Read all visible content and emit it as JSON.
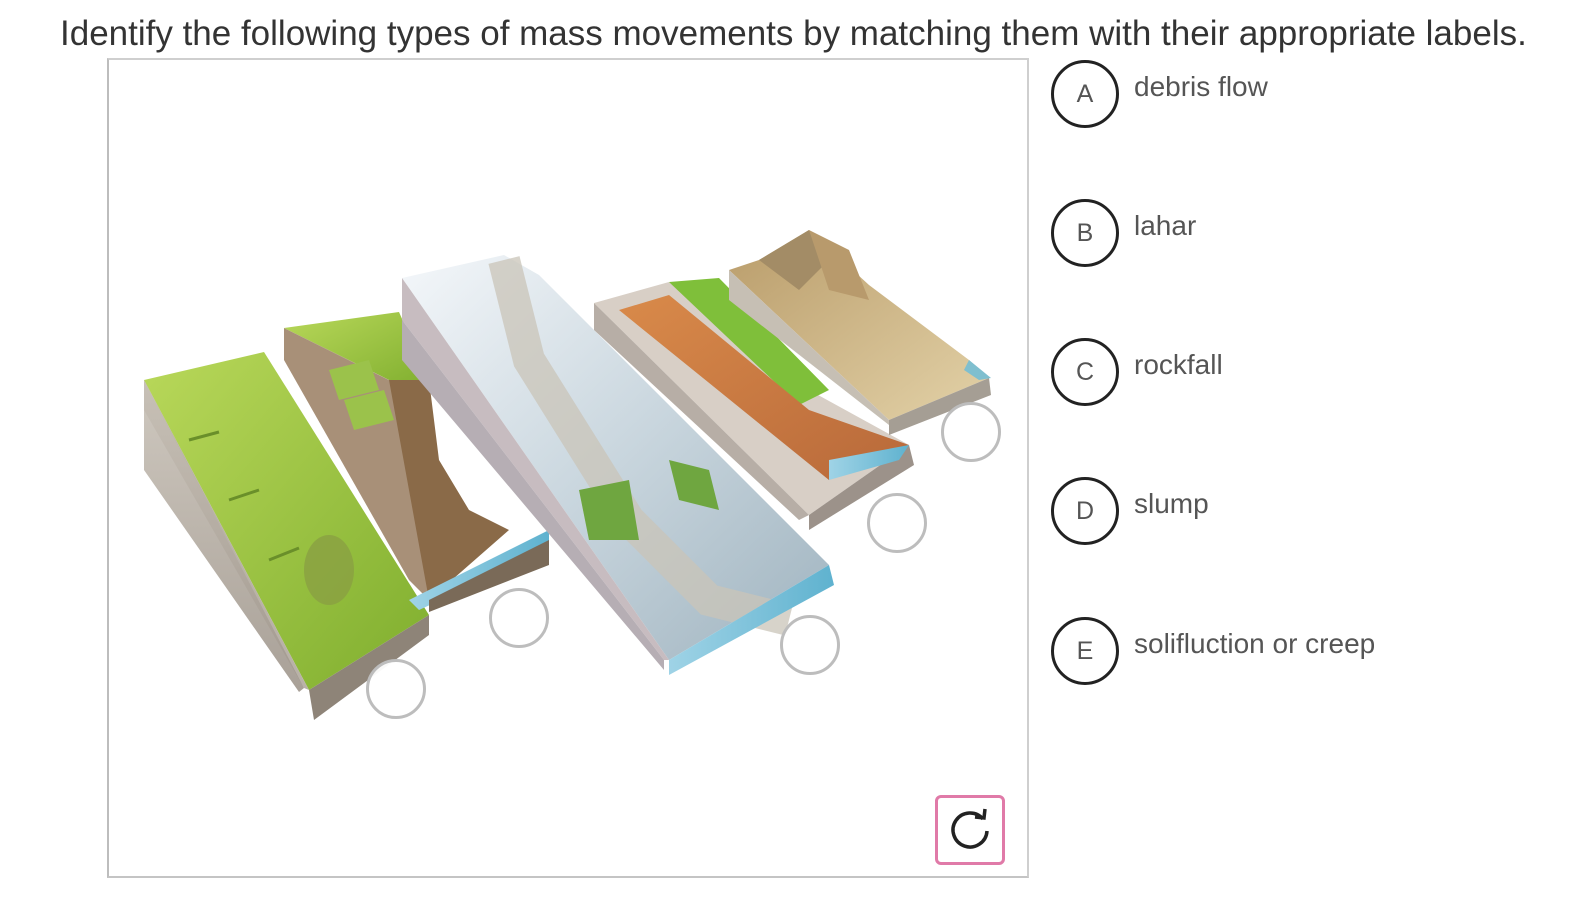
{
  "question": "Identify the following types of mass movements by matching them with their appropriate labels.",
  "figure": {
    "description_icon": "mass-movement-block-diagrams",
    "drop_targets": 5,
    "reset_icon": "reset-icon"
  },
  "labels": [
    {
      "letter": "A",
      "text": "debris flow"
    },
    {
      "letter": "B",
      "text": "lahar"
    },
    {
      "letter": "C",
      "text": "rockfall"
    },
    {
      "letter": "D",
      "text": "slump"
    },
    {
      "letter": "E",
      "text": "solifluction or creep"
    }
  ],
  "colors": {
    "text": "#333333",
    "label_text": "#555555",
    "reset_border": "#e07aa8",
    "target_border": "#bdbdbd"
  }
}
